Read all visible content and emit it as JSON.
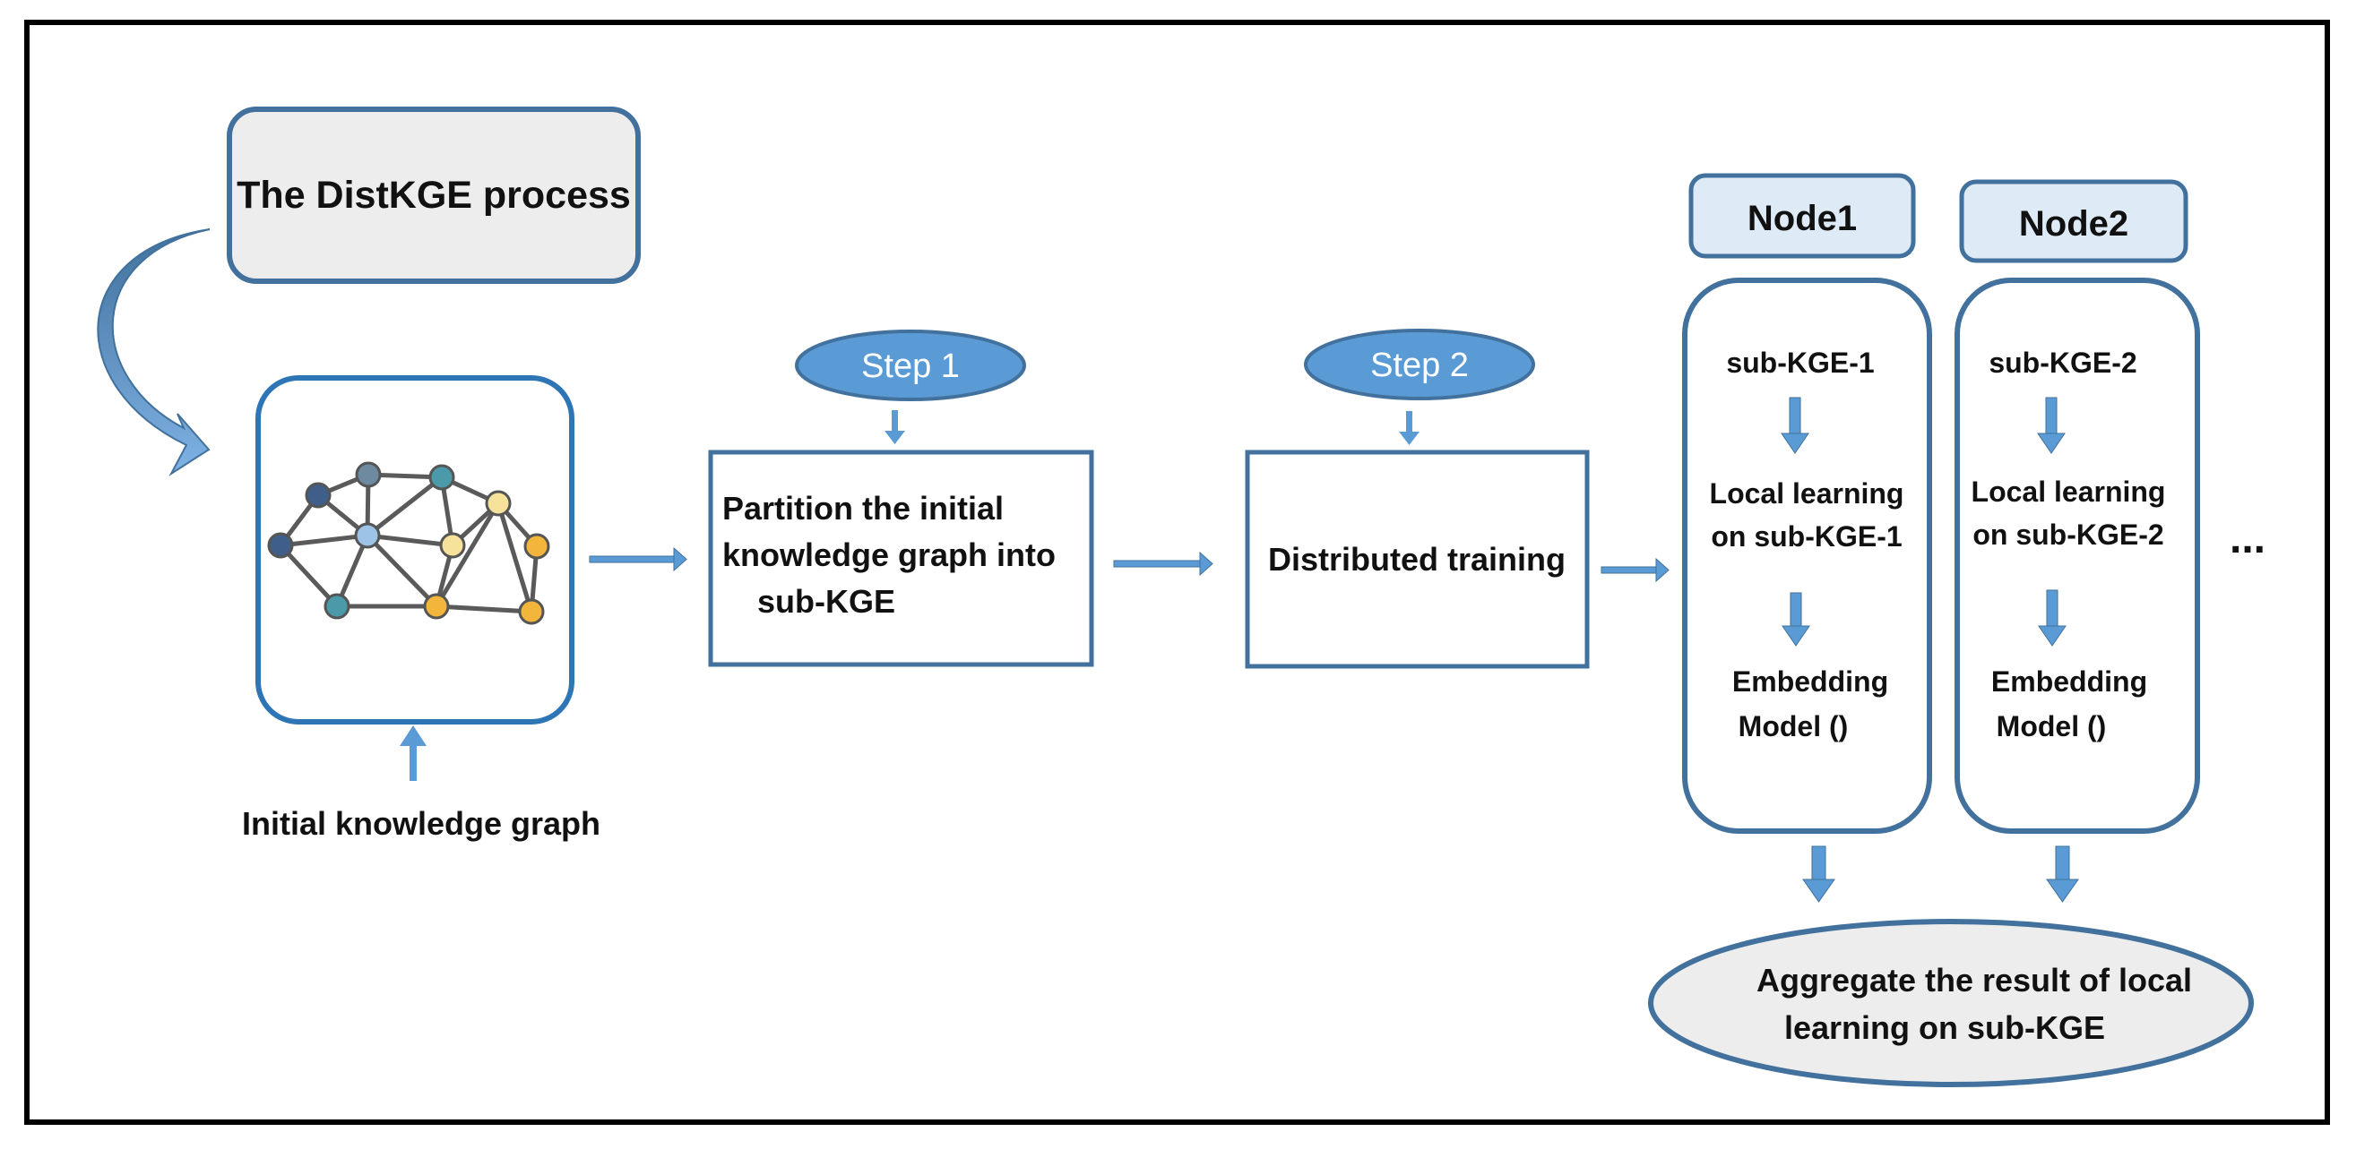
{
  "title": "The DistKGE process",
  "input_label": "Initial knowledge graph",
  "step1": {
    "tag": "Step 1",
    "line1": "Partition the initial",
    "line2": "knowledge graph into",
    "line3": "sub-KGE"
  },
  "step2": {
    "tag": "Step 2",
    "text": "Distributed training"
  },
  "nodes": [
    {
      "name": "Node1",
      "sub": "sub-KGE-1",
      "local_line1": "Local learning",
      "local_line2": "on sub-KGE-1",
      "model_line1": "Embedding",
      "model_line2": "Model ()"
    },
    {
      "name": "Node2",
      "sub": "sub-KGE-2",
      "local_line1": "Local learning",
      "local_line2": "on sub-KGE-2",
      "model_line1": "Embedding",
      "model_line2": "Model ()"
    }
  ],
  "ellipsis": "...",
  "aggregate": {
    "line1": "Aggregate the result of local",
    "line2": "learning on sub-KGE"
  },
  "colors": {
    "border": "#41719c",
    "arrow": "#5b9bd5",
    "step_fill": "#5b9bd5",
    "title_fill": "#ededed",
    "node_header_fill": "#deebf7",
    "aggregate_fill": "#ededed",
    "graph_frame": "#2e75b6",
    "graph_node_dark": "#3f5f8a",
    "graph_node_slate": "#6e8aa0",
    "graph_node_light": "#9dc3e6",
    "graph_node_teal": "#4a9aaa",
    "graph_node_cream": "#f7e29c",
    "graph_node_gold": "#f2b63c",
    "graph_edge": "#5a5a5a"
  }
}
